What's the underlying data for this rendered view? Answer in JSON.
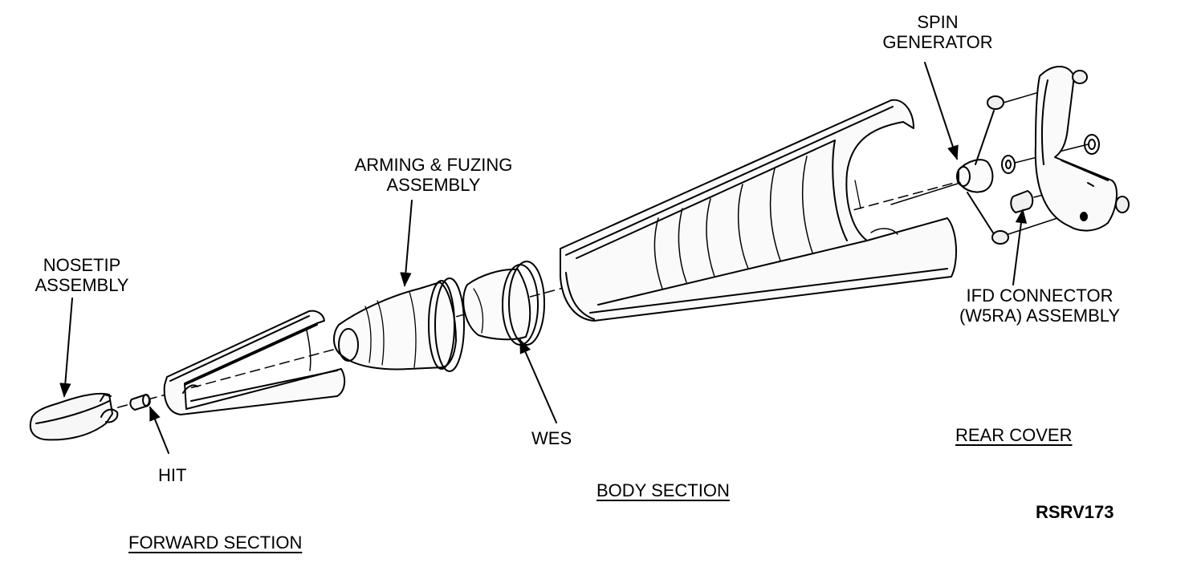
{
  "labels": {
    "spin_generator": [
      "SPIN",
      "GENERATOR"
    ],
    "arming_fuzing": [
      "ARMING & FUZING",
      "ASSEMBLY"
    ],
    "nosetip": [
      "NOSETIP",
      "ASSEMBLY"
    ],
    "ifd_connector": [
      "IFD CONNECTOR",
      "(W5RA) ASSEMBLY"
    ],
    "wes": "WES",
    "hit": "HIT",
    "rear_cover": "REAR COVER",
    "body_section": "BODY SECTION",
    "forward_section": "FORWARD SECTION",
    "figure_id": "RSRV173"
  },
  "colors": {
    "ink": "#000000",
    "paper": "#ffffff",
    "fill": "#f7f7f7"
  }
}
